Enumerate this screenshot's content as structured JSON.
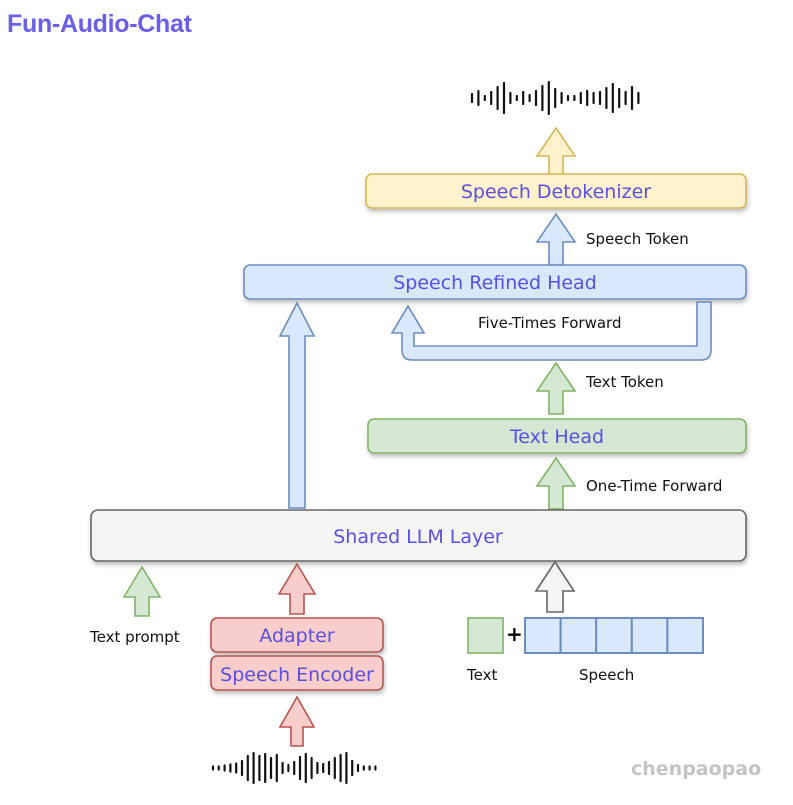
{
  "title": "Fun-Audio-Chat",
  "colors": {
    "title": "#6a5fe6",
    "label_text": "#5a4fe0",
    "yellow_fill": "#fff2cc",
    "yellow_stroke": "#d6b656",
    "blue_fill": "#dae8fc",
    "blue_stroke": "#6c8ebf",
    "green_fill": "#d5e8d4",
    "green_stroke": "#82b366",
    "red_fill": "#f8cecc",
    "red_stroke": "#b85450",
    "gray_fill": "#f5f5f5",
    "gray_stroke": "#666666"
  },
  "boxes": {
    "speech_detokenizer": "Speech Detokenizer",
    "speech_refined_head": "Speech Refined Head",
    "text_head": "Text Head",
    "shared_llm_layer": "Shared LLM Layer",
    "adapter": "Adapter",
    "speech_encoder": "Speech Encoder"
  },
  "annotations": {
    "speech_token": "Speech Token",
    "five_times_forward": "Five-Times Forward",
    "text_token": "Text Token",
    "one_time_forward": "One-Time Forward",
    "text_prompt": "Text prompt",
    "text": "Text",
    "speech": "Speech",
    "plus": "+"
  },
  "input_sequence": {
    "text_tokens": 1,
    "speech_tokens": 5
  },
  "watermark": "chenpaopao"
}
